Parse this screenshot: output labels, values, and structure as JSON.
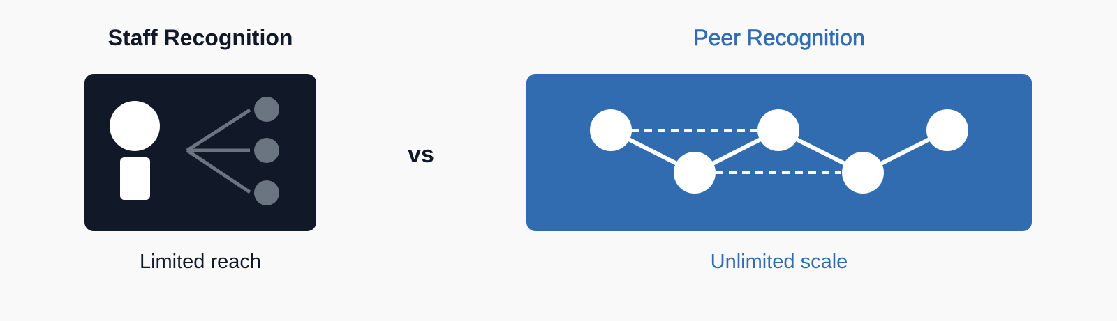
{
  "left": {
    "title": "Staff Recognition",
    "caption": "Limited reach",
    "panel_color": "#111827",
    "title_color": "#111827",
    "icon": "single-person-broadcast-icon",
    "recipient_count": 3,
    "recipient_color": "#6b7582"
  },
  "divider": {
    "label": "vs"
  },
  "right": {
    "title": "Peer Recognition",
    "caption": "Unlimited scale",
    "panel_color": "#306caf",
    "title_color": "#306caf",
    "icon": "peer-network-icon",
    "node_count": 5,
    "solid_links": [
      [
        0,
        1
      ],
      [
        1,
        2
      ],
      [
        2,
        3
      ],
      [
        3,
        4
      ]
    ],
    "dashed_links": [
      [
        0,
        2
      ],
      [
        1,
        3
      ]
    ]
  }
}
